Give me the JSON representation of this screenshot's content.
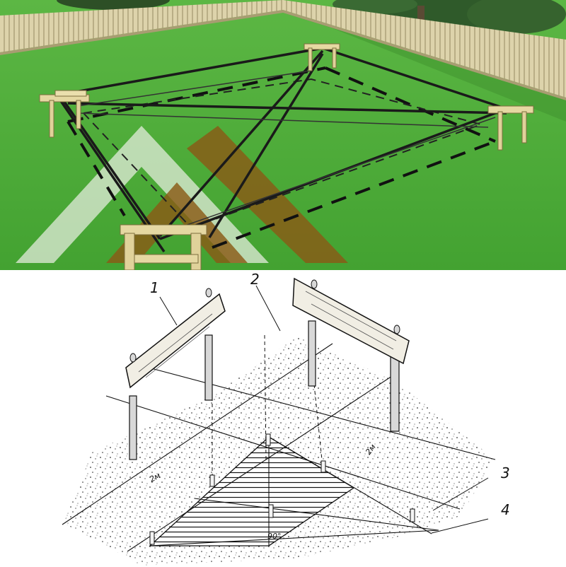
{
  "figure": {
    "top": {
      "description_colors": {
        "grass": "#4fae3a",
        "grass_dark": "#3f9a2e",
        "fence": "#d9cfa5",
        "fence_shadow": "#b7ab80",
        "post_wood": "#e3d6a0",
        "cord": "#1b1b1b",
        "watermark_light": "#e9efe2",
        "watermark_brown": "#8a5a16"
      }
    },
    "bottom": {
      "callouts": {
        "c1": "1",
        "c2": "2",
        "c3": "3",
        "c4": "4"
      },
      "dimensions": {
        "left": "2м",
        "right": "2м",
        "angle": "90°"
      }
    }
  }
}
